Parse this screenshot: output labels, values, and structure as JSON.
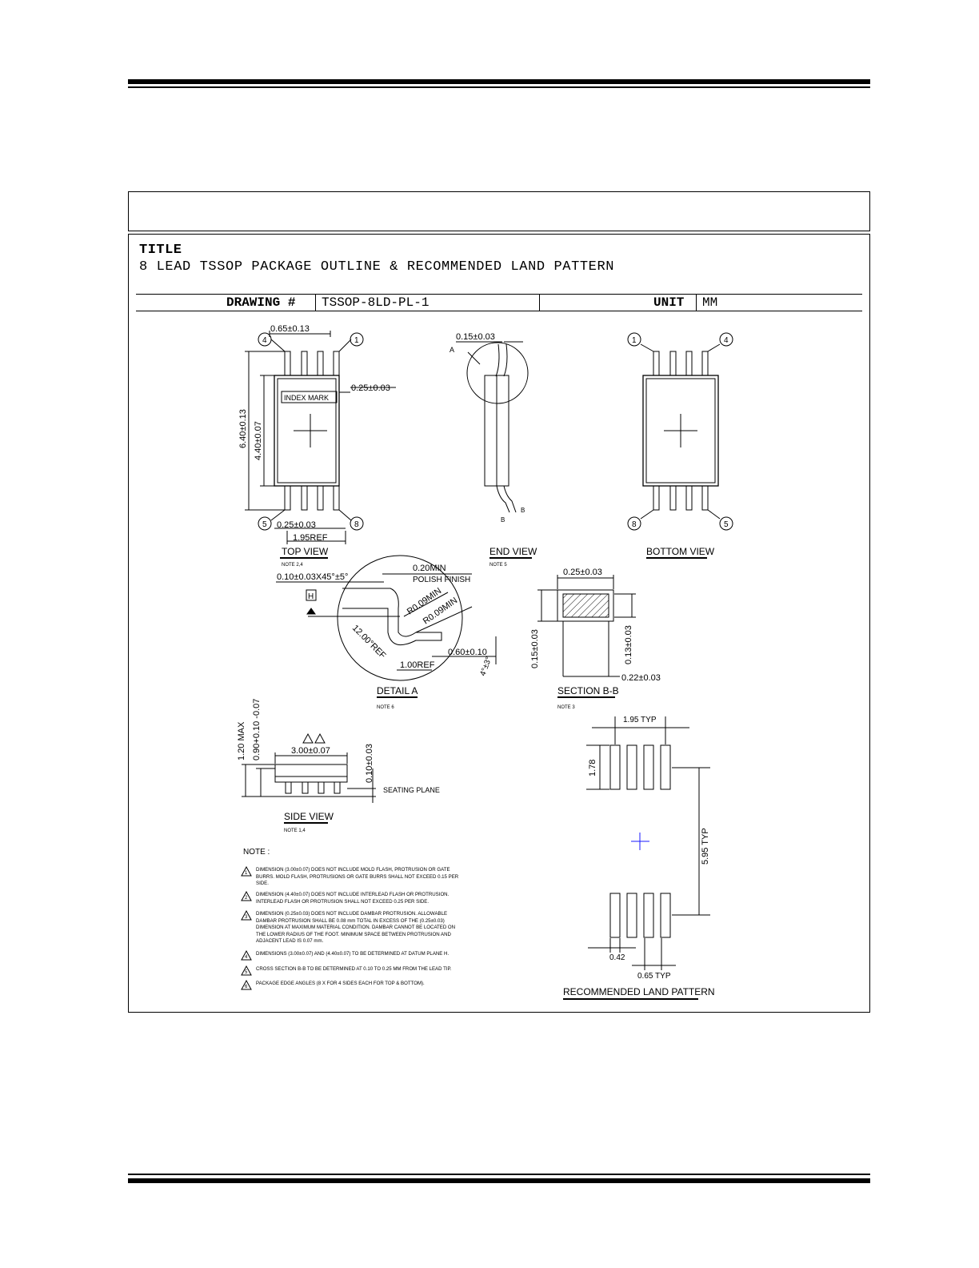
{
  "title_block": {
    "title_label": "TITLE",
    "title_text": "8 LEAD TSSOP PACKAGE OUTLINE & RECOMMENDED LAND PATTERN",
    "drawing_label": "DRAWING #",
    "drawing_number": "TSSOP-8LD-PL-1",
    "unit_label": "UNIT",
    "unit_value": "MM"
  },
  "top_view": {
    "dim_pitch": "0.65±0.13",
    "dim_lead_width": "0.25±0.03",
    "index_mark": "INDEX MARK",
    "dim_overall_width": "6.40±0.13",
    "dim_body_width": "4.40±0.07",
    "dim_lead_width_bottom": "0.25±0.03",
    "dim_ref": "1.95REF",
    "pins": [
      "4",
      "1",
      "5",
      "8"
    ],
    "label": "TOP VIEW",
    "note": "NOTE 2,4"
  },
  "end_view": {
    "dim_thickness": "0.15±0.03",
    "detail_ref": "A",
    "section_refs": [
      "B",
      "B"
    ],
    "label": "END VIEW",
    "note": "NOTE 5"
  },
  "bottom_view": {
    "pins": [
      "1",
      "4",
      "8",
      "5"
    ],
    "label": "BOTTOM VIEW"
  },
  "detail_a": {
    "dim_chamfer": "0.10±0.03X45°±5°",
    "dim_min": "0.20MIN",
    "polish": "POLISH FINISH",
    "datum": "H",
    "radius_1": "R0.09MIN",
    "radius_2": "R0.09MIN",
    "angle": "12.00°REF",
    "dim_foot": "0.60±0.10",
    "dim_ref": "1.00REF",
    "angle_2": "4°±3°",
    "label": "DETAIL A",
    "note": "NOTE 6"
  },
  "section_bb": {
    "dim_width": "0.25±0.03",
    "dim_height": "0.15±0.03",
    "dim_inner_height": "0.13±0.03",
    "dim_inner_width": "0.22±0.03",
    "label": "SECTION B-B",
    "note": "NOTE 3"
  },
  "side_view": {
    "dim_max": "1.20 MAX",
    "dim_height": "0.90+0.10 -0.07",
    "dim_length": "3.00±0.07",
    "dim_standoff": "0.10±0.03",
    "seating_plane": "SEATING PLANE",
    "label": "SIDE VIEW",
    "note": "NOTE 1,4"
  },
  "land_pattern": {
    "dim_span": "1.95 TYP",
    "dim_pad_length": "1.78",
    "dim_row_pitch": "5.95 TYP",
    "dim_pad_width": "0.42",
    "dim_pitch": "0.65 TYP",
    "label": "RECOMMENDED LAND PATTERN"
  },
  "notes": {
    "heading": "NOTE :",
    "items": [
      {
        "num": "1",
        "text": "DIMENSION (3.00±0.07) DOES NOT INCLUDE MOLD FLASH, PROTRUSION OR GATE BURRS. MOLD FLASH, PROTRUSIONS OR GATE BURRS SHALL NOT EXCEED 0.15 PER SIDE."
      },
      {
        "num": "2",
        "text": "DIMENSION (4.40±0.07) DOES NOT INCLUDE INTERLEAD FLASH OR PROTRUSION. INTERLEAD FLASH OR PROTRUSION SHALL NOT EXCEED 0.25 PER SIDE."
      },
      {
        "num": "3",
        "text": "DIMENSION (0.25±0.03) DOES NOT INCLUDE DAMBAR PROTRUSION. ALLOWABLE DAMBAR PROTRUSION SHALL BE 0.08 mm TOTAL IN EXCESS OF THE (0.25±0.03) DIMENSION AT MAXIMUM MATERIAL CONDITION. DAMBAR CANNOT BE LOCATED ON THE LOWER RADIUS OF THE FOOT. MINIMUM SPACE BETWEEN PROTRUSION AND ADJACENT LEAD IS 0.07 mm."
      },
      {
        "num": "4",
        "text": "DIMENSIONS (3.00±0.07) AND (4.40±0.07) TO BE DETERMINED AT DATUM PLANE H."
      },
      {
        "num": "5",
        "text": "CROSS SECTION B-B TO BE DETERMINED AT 0.10 TO 0.25 MM FROM THE LEAD TIP."
      },
      {
        "num": "6",
        "text": "PACKAGE EDGE ANGLES (8 X FOR 4 SIDES EACH FOR TOP & BOTTOM)."
      }
    ]
  }
}
